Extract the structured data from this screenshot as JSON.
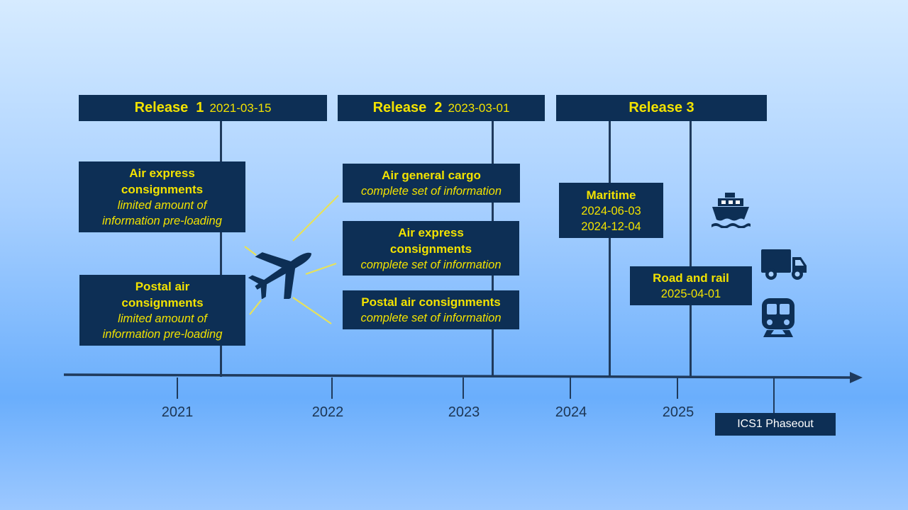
{
  "colors": {
    "box_bg": "#0d2f55",
    "box_text": "#f2e200",
    "axis": "#1f3a5c",
    "year_text": "#1c3553"
  },
  "releases": [
    {
      "label": "Release  1",
      "date": "2021-03-15"
    },
    {
      "label": "Release  2",
      "date": "2023-03-01"
    },
    {
      "label": "Release  3",
      "date": ""
    }
  ],
  "r1_boxes": [
    {
      "title": "Air express consignments",
      "desc": "limited amount of information pre-loading"
    },
    {
      "title": "Postal air consignments",
      "desc": "limited amount of information pre-loading"
    }
  ],
  "r2_boxes": [
    {
      "title": "Air general cargo",
      "desc": "complete set of information"
    },
    {
      "title": "Air express consignments",
      "desc": "complete set of information"
    },
    {
      "title": "Postal air consignments",
      "desc": "complete set of information"
    }
  ],
  "maritime": {
    "title": "Maritime",
    "date1": "2024-06-03",
    "date2": "2024-12-04"
  },
  "road_rail": {
    "title": "Road and rail",
    "date": "2025-04-01"
  },
  "years": [
    "2021",
    "2022",
    "2023",
    "2024",
    "2025"
  ],
  "phaseout": "ICS1 Phaseout",
  "icons": [
    "airplane-icon",
    "ship-icon",
    "truck-icon",
    "train-icon"
  ]
}
